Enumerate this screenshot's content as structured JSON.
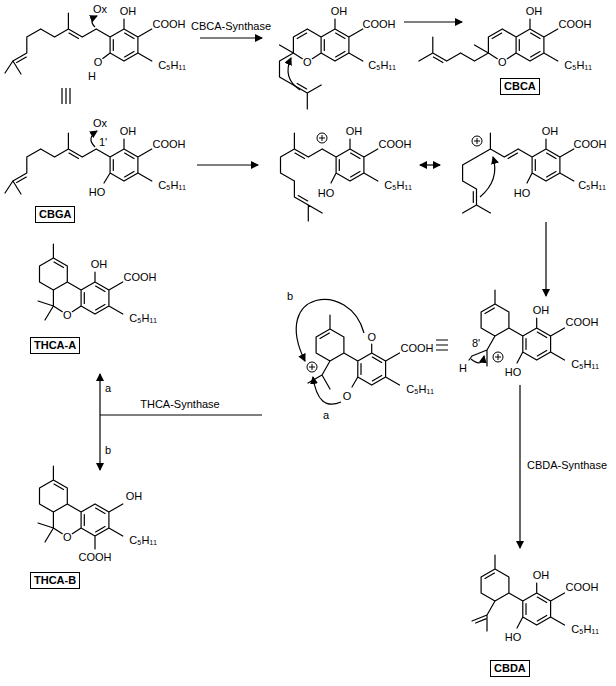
{
  "diagram": {
    "nodes": [
      {
        "text": [
          "CBCA"
        ]
      },
      {
        "text": [
          "CBGA"
        ]
      },
      {
        "text": [
          "THCA-A"
        ]
      },
      {
        "text": [
          "THCA-B"
        ]
      },
      {
        "text": [
          "CBDA"
        ]
      }
    ],
    "labels": [
      "Ox",
      "OH",
      "COOH",
      "C₅H₁₁",
      "O",
      "H",
      "CBCA-Synthase",
      "OH",
      "COOH",
      "O",
      "C₅H₁₁",
      "OH",
      "COOH",
      "O",
      "C₅H₁₁",
      "Ox",
      "1'",
      "OH",
      "COOH",
      "HO",
      "C₅H₁₁",
      "OH",
      "COOH",
      "HO",
      "C₅H₁₁",
      "OH",
      "COOH",
      "HO",
      "C₅H₁₁",
      "OH",
      "COOH",
      "O",
      "C₅H₁₁",
      "OH",
      "COOH",
      "8'",
      "H",
      "HO",
      "C₅H₁₁",
      "b",
      "O",
      "COOH",
      "a",
      "THCA-Synthase",
      "O",
      "C₅H₁₁",
      "a",
      "b",
      "CBDA-Synthase",
      "OH",
      "C₅H₁₁",
      "O",
      "COOH",
      "OH",
      "COOH",
      "HO",
      "C₅H₁₁"
    ]
  }
}
